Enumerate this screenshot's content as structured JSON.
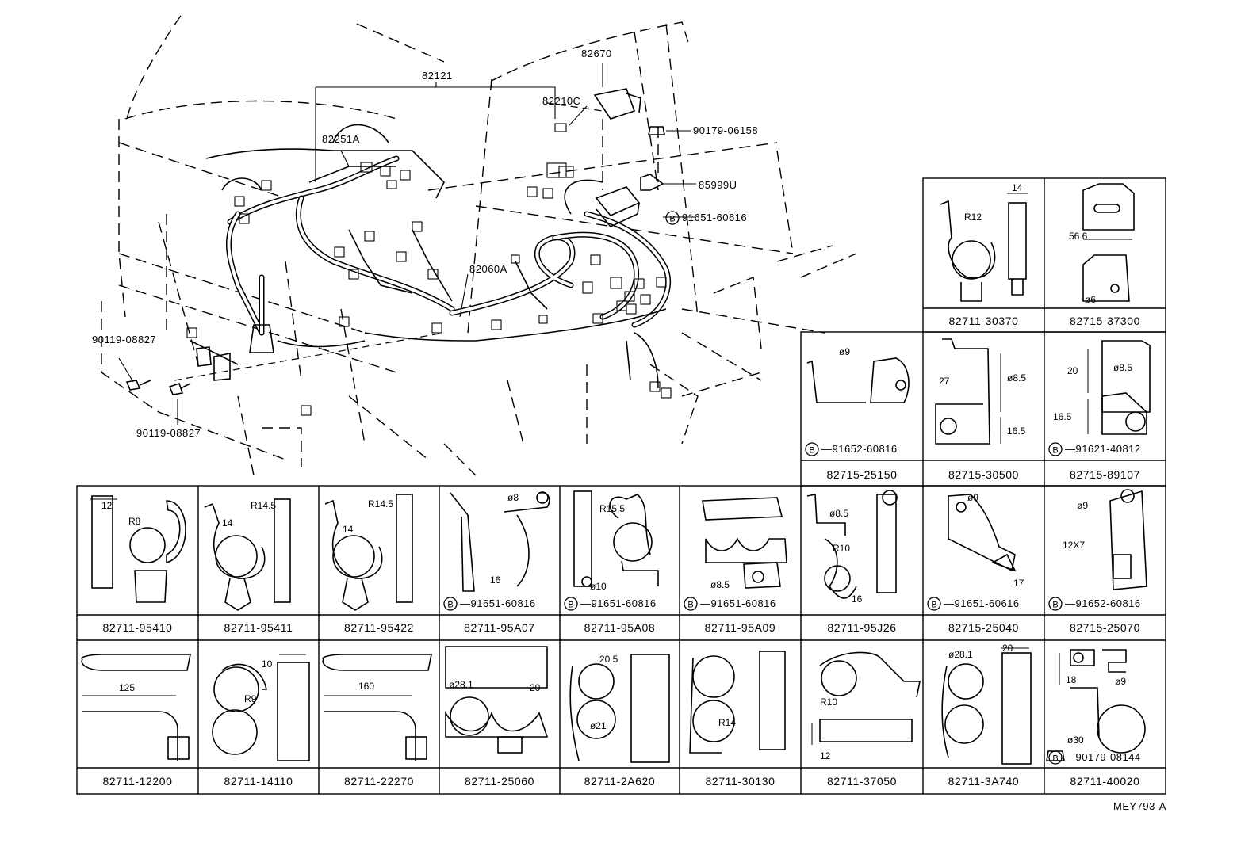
{
  "diagram_code": "MEY793-A",
  "callouts": [
    {
      "id": "c1",
      "text": "82121",
      "circled_b": false
    },
    {
      "id": "c2",
      "text": "82670",
      "circled_b": false
    },
    {
      "id": "c3",
      "text": "82210C",
      "circled_b": false
    },
    {
      "id": "c4",
      "text": "90179-06158",
      "circled_b": false
    },
    {
      "id": "c5",
      "text": "82251A",
      "circled_b": false
    },
    {
      "id": "c6",
      "text": "85999U",
      "circled_b": false
    },
    {
      "id": "c7",
      "text": "91651-60616",
      "circled_b": true
    },
    {
      "id": "c8",
      "text": "82060A",
      "circled_b": false
    },
    {
      "id": "c9",
      "text": "90119-08827",
      "circled_b": false
    },
    {
      "id": "c10",
      "text": "90119-08827",
      "circled_b": false
    }
  ],
  "rows": [
    {
      "cells": [
        {
          "part": "82711-30370",
          "dims": [
            "14",
            "R12"
          ],
          "sub": ""
        },
        {
          "part": "82715-37300",
          "dims": [
            "56.6",
            "ø6"
          ],
          "sub": ""
        }
      ]
    },
    {
      "cells": [
        {
          "part": "82715-25150",
          "dims": [
            "ø9"
          ],
          "sub": "91652-60816"
        },
        {
          "part": "82715-30500",
          "dims": [
            "27",
            "ø8.5",
            "16.5"
          ],
          "sub": ""
        },
        {
          "part": "82715-89107",
          "dims": [
            "20",
            "ø8.5",
            "16.5"
          ],
          "sub": "91621-40812"
        }
      ]
    },
    {
      "cells": [
        {
          "part": "82711-95410",
          "dims": [
            "12",
            "R8"
          ],
          "sub": ""
        },
        {
          "part": "82711-95411",
          "dims": [
            "14",
            "R14.5"
          ],
          "sub": ""
        },
        {
          "part": "82711-95422",
          "dims": [
            "14",
            "R14.5"
          ],
          "sub": ""
        },
        {
          "part": "82711-95A07",
          "dims": [
            "ø8",
            "16"
          ],
          "sub": "91651-60816"
        },
        {
          "part": "82711-95A08",
          "dims": [
            "R15.5",
            "ø10"
          ],
          "sub": "91651-60816"
        },
        {
          "part": "82711-95A09",
          "dims": [
            "ø8.5"
          ],
          "sub": "91651-60816"
        },
        {
          "part": "82711-95J26",
          "dims": [
            "ø8.5",
            "R10",
            "16"
          ],
          "sub": ""
        },
        {
          "part": "82715-25040",
          "dims": [
            "ø9",
            "17"
          ],
          "sub": "91651-60616"
        },
        {
          "part": "82715-25070",
          "dims": [
            "ø9",
            "12X7"
          ],
          "sub": "91652-60816"
        }
      ]
    },
    {
      "cells": [
        {
          "part": "82711-12200",
          "dims": [
            "125"
          ],
          "sub": ""
        },
        {
          "part": "82711-14110",
          "dims": [
            "10",
            "R9"
          ],
          "sub": ""
        },
        {
          "part": "82711-22270",
          "dims": [
            "160"
          ],
          "sub": ""
        },
        {
          "part": "82711-25060",
          "dims": [
            "ø28.1",
            "20"
          ],
          "sub": ""
        },
        {
          "part": "82711-2A620",
          "dims": [
            "20.5",
            "ø21"
          ],
          "sub": ""
        },
        {
          "part": "82711-30130",
          "dims": [
            "R14"
          ],
          "sub": ""
        },
        {
          "part": "82711-37050",
          "dims": [
            "R10",
            "12"
          ],
          "sub": ""
        },
        {
          "part": "82711-3A740",
          "dims": [
            "ø28.1",
            "20"
          ],
          "sub": ""
        },
        {
          "part": "82711-40020",
          "dims": [
            "18",
            "ø9",
            "ø30"
          ],
          "sub": "90179-08144"
        }
      ]
    }
  ]
}
